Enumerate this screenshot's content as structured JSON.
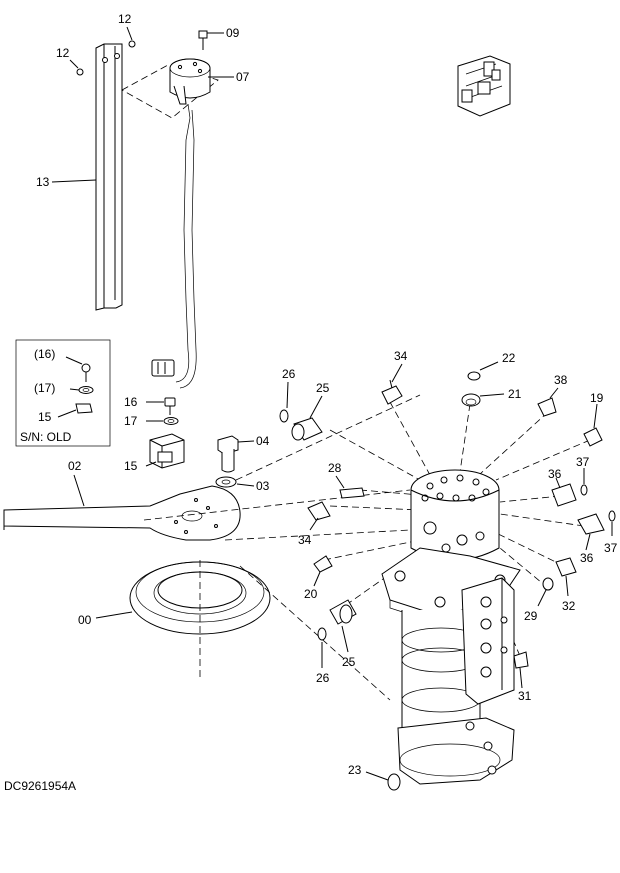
{
  "labels": {
    "p00": "00",
    "p02": "02",
    "p03": "03",
    "p04": "04",
    "p07": "07",
    "p09": "09",
    "p12a": "12",
    "p12b": "12",
    "p13": "13",
    "p15": "15",
    "p16": "16",
    "p17": "17",
    "inset_p16": "(16)",
    "inset_p17": "(17)",
    "inset_p15": "15",
    "inset_sn": "S/N: OLD",
    "p20": "20",
    "p21": "21",
    "p22": "22",
    "p23": "23",
    "p25a": "25",
    "p25b": "25",
    "p26a": "26",
    "p26b": "26",
    "p28": "28",
    "p29": "29",
    "p31": "31",
    "p32": "32",
    "p34a": "34",
    "p34b": "34",
    "p36a": "36",
    "p36b": "36",
    "p37a": "37",
    "p37b": "37",
    "p38": "38",
    "p19": "19"
  },
  "drawing_code": "DC9261954A"
}
